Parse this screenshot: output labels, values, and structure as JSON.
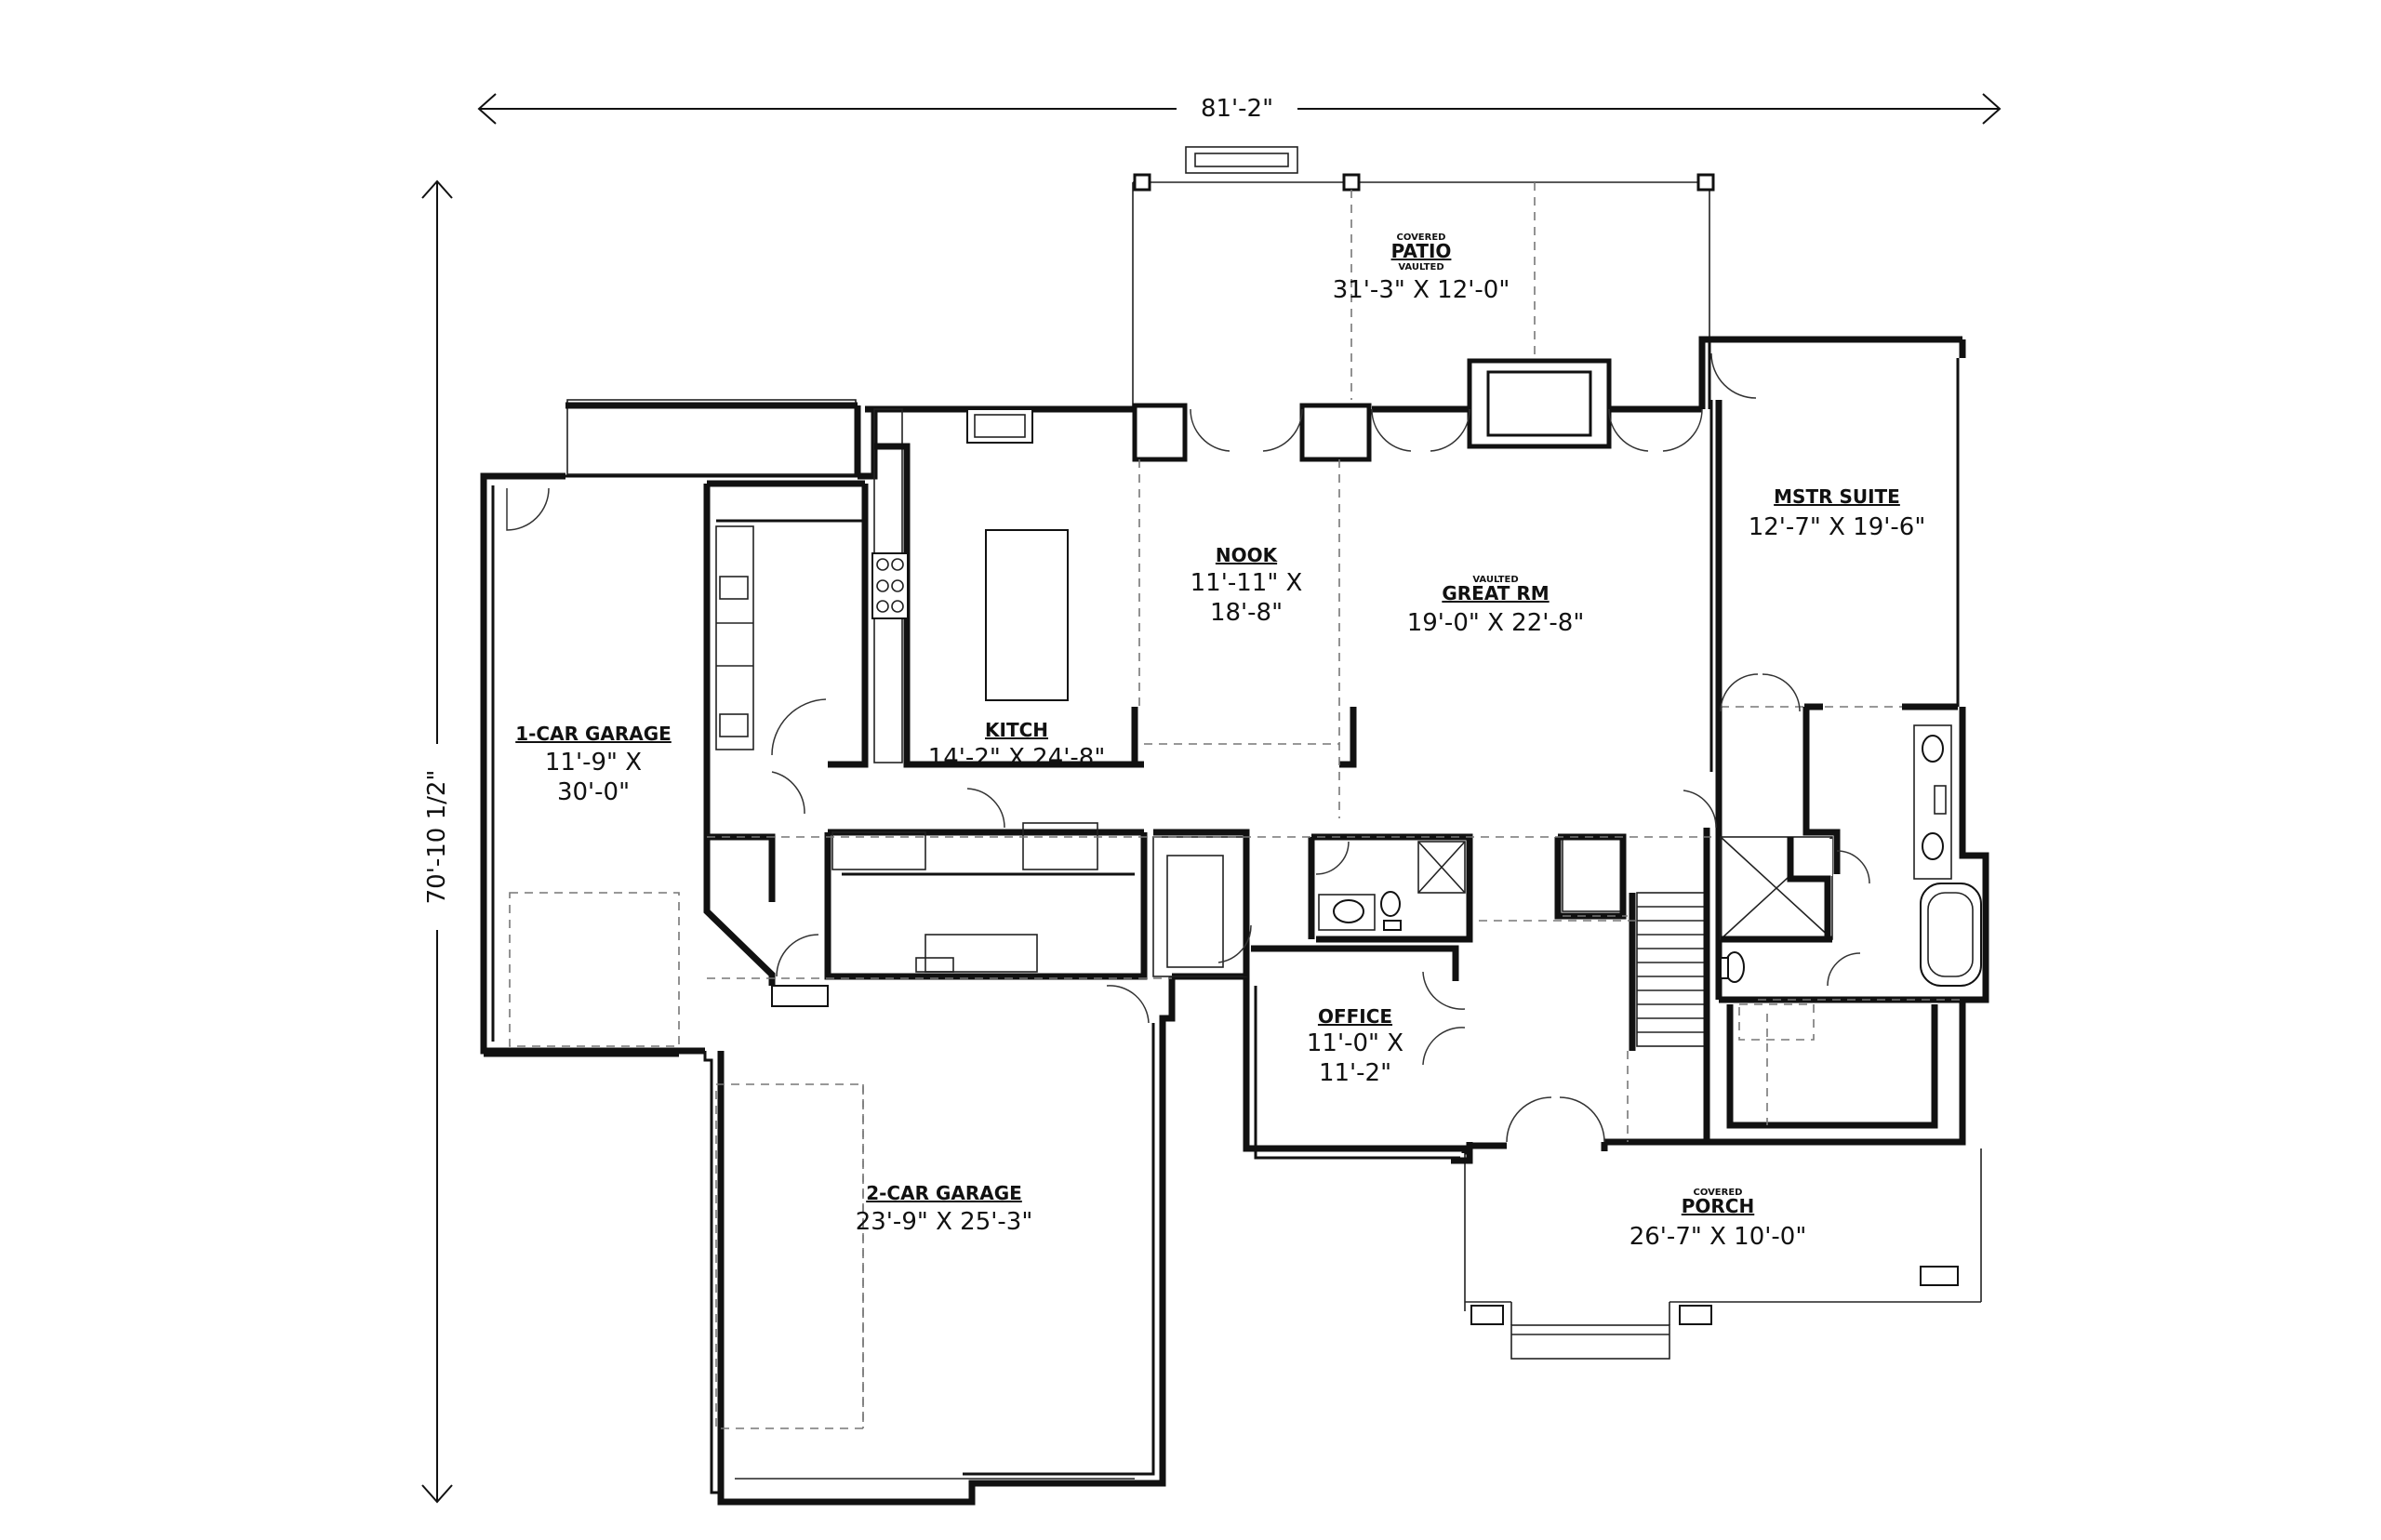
{
  "dimensions": {
    "overall_width": "81'-2\"",
    "overall_depth": "70'-10 1/2\""
  },
  "rooms": {
    "patio": {
      "note_top": "COVERED",
      "name": "PATIO",
      "note_bottom": "VAULTED",
      "size": "31'-3\" X 12'-0\""
    },
    "mstr_suite": {
      "name": "MSTR SUITE",
      "size": "12'-7\" X 19'-6\""
    },
    "nook": {
      "name": "NOOK",
      "size_line1": "11'-11\" X",
      "size_line2": "18'-8\""
    },
    "great_rm": {
      "note_top": "VAULTED",
      "name": "GREAT RM",
      "size": "19'-0\" X 22'-8\""
    },
    "kitch": {
      "name": "KITCH",
      "size": "14'-2\" X 24'-8\""
    },
    "garage_1car": {
      "name": "1-CAR GARAGE",
      "size_line1": "11'-9\" X",
      "size_line2": "30'-0\""
    },
    "office": {
      "name": "OFFICE",
      "size_line1": "11'-0\" X",
      "size_line2": "11'-2\""
    },
    "garage_2car": {
      "name": "2-CAR GARAGE",
      "size": "23'-9\" X 25'-3\""
    },
    "porch": {
      "note_top": "COVERED",
      "name": "PORCH",
      "size": "26'-7\" X 10'-0\""
    }
  }
}
